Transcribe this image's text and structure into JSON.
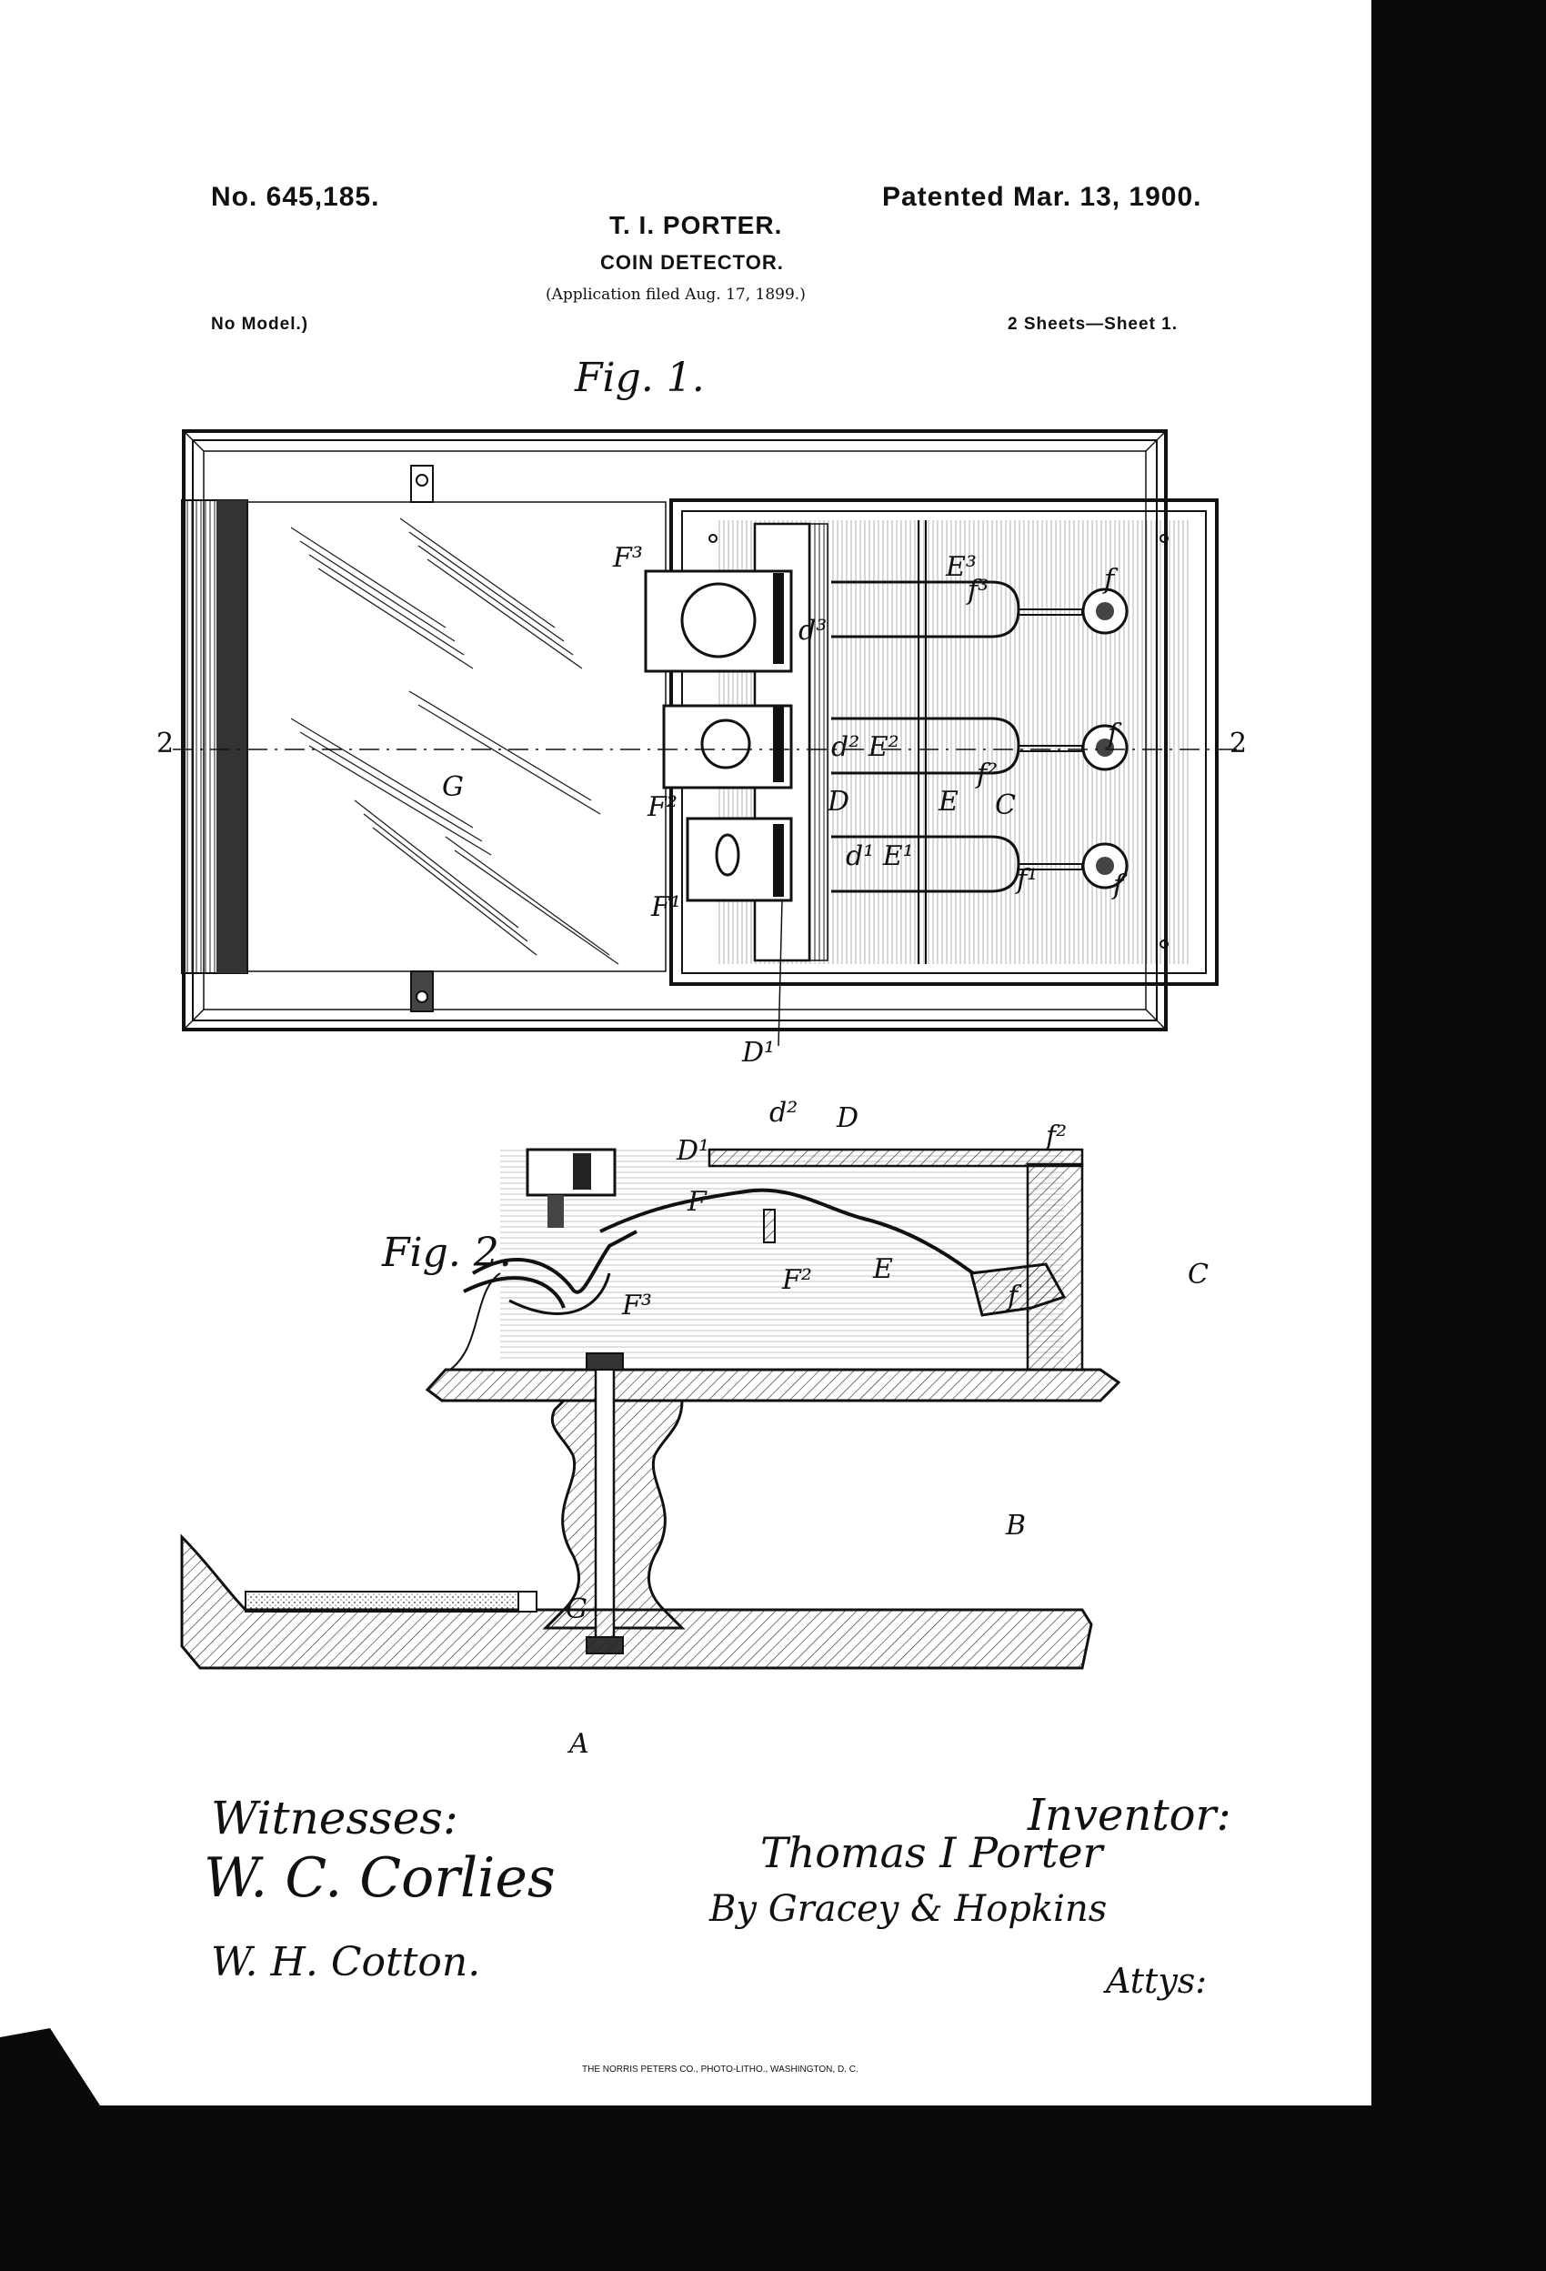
{
  "header": {
    "patent_number": "No. 645,185.",
    "patented_date": "Patented Mar. 13, 1900.",
    "inventor_name": "T. I. PORTER.",
    "invention_title": "COIN DETECTOR.",
    "application_filed": "(Application filed Aug. 17, 1899.)",
    "model_note": "No Model.)",
    "sheets": "2 Sheets—Sheet 1."
  },
  "figures": {
    "fig1_caption": "Fig. 1.",
    "fig2_caption": "Fig. 2.",
    "fig1_labels": {
      "F3": "F³",
      "F2": "F²",
      "F1": "F¹",
      "G": "G",
      "D": "D",
      "D1": "D¹",
      "d3": "d³",
      "d2E2": "d² E²",
      "d1E1": "d¹ E¹",
      "E3": "E³",
      "f3": "f³",
      "f2": "f²",
      "f1": "f¹",
      "f": "f",
      "E": "E",
      "C": "C",
      "section_left": "2",
      "section_right": "2"
    },
    "fig2_labels": {
      "d2": "d²",
      "D": "D",
      "D1": "D¹",
      "F": "F",
      "F2": "F²",
      "F3": "F³",
      "E": "E",
      "f": "f",
      "f2": "f²",
      "C": "C",
      "B": "B",
      "G": "G",
      "A": "A"
    }
  },
  "signatures": {
    "witnesses_label": "Witnesses:",
    "witness_1": "W. C. Corlies",
    "witness_2": "W. H. Cotton.",
    "inventor_label": "Inventor:",
    "inventor_signature": "Thomas I Porter",
    "by_attorneys": "By Gracey & Hopkins",
    "attorneys_label": "Attys:"
  },
  "footer": {
    "printer": "THE NORRIS PETERS CO., PHOTO-LITHO., WASHINGTON, D. C."
  }
}
